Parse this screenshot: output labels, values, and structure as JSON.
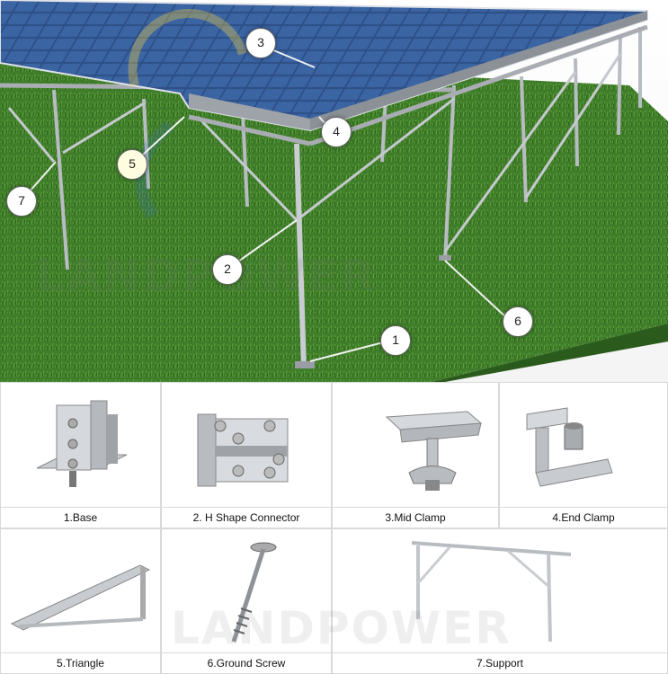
{
  "watermark": "LANDPOWER",
  "callouts": [
    "1",
    "2",
    "3",
    "4",
    "5",
    "6",
    "7"
  ],
  "components": [
    {
      "label": "1.Base",
      "icon": "base-bracket-icon"
    },
    {
      "label": "2. H Shape Connector",
      "icon": "h-shape-connector-icon"
    },
    {
      "label": "3.Mid Clamp",
      "icon": "mid-clamp-icon"
    },
    {
      "label": "4.End Clamp",
      "icon": "end-clamp-icon"
    },
    {
      "label": "5.Triangle",
      "icon": "triangle-brace-icon"
    },
    {
      "label": "6.Ground Screw",
      "icon": "ground-screw-icon"
    },
    {
      "label": "7.Support",
      "icon": "support-frame-icon"
    }
  ],
  "colors": {
    "grass": "#3f7d2a",
    "panel": "#2c4f86",
    "frame": "#b8bcc2"
  }
}
